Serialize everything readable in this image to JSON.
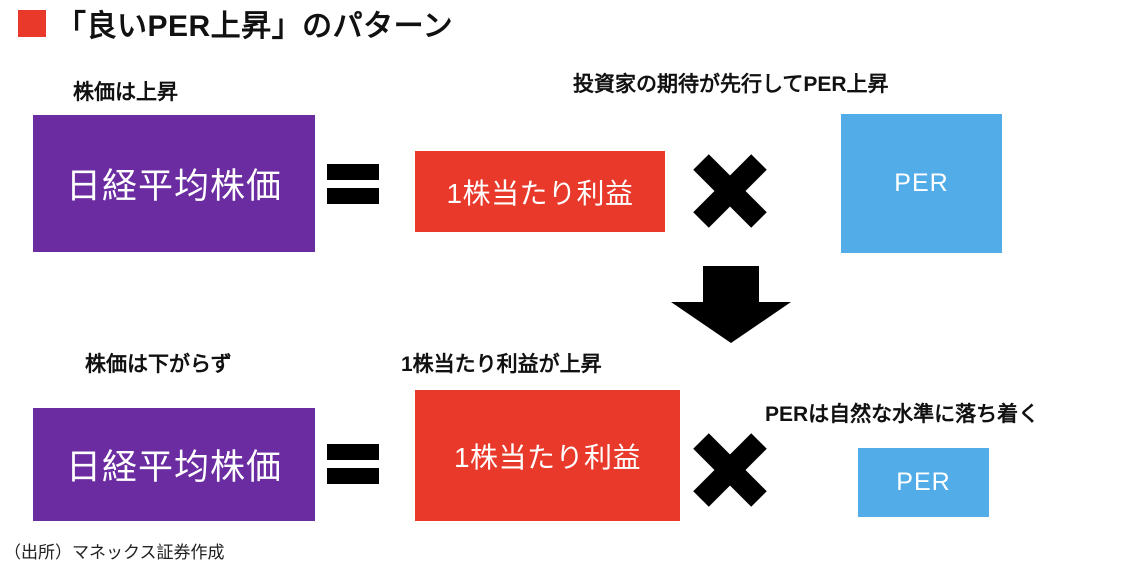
{
  "title": {
    "bullet_color": "#E8392A",
    "text": "「良いPER上昇」のパターン"
  },
  "colors": {
    "purple": "#6A2CA0",
    "red": "#E8392A",
    "blue": "#51ACE8",
    "black": "#000000"
  },
  "rows": [
    {
      "id": "good-per-rise-expectation",
      "captions": {
        "left": "株価は上昇",
        "right": "投資家の期待が先行してPER上昇"
      },
      "equation": {
        "left_box": {
          "label": "日経平均株価",
          "color": "#6A2CA0"
        },
        "operator_1": "equals",
        "middle_box": {
          "label": "1株当たり利益",
          "color": "#E8392A"
        },
        "operator_2": "times",
        "right_box": {
          "label": "PER",
          "color": "#51ACE8"
        }
      }
    },
    {
      "id": "good-per-rise-earnings-catchup",
      "captions": {
        "left": "株価は下がらず",
        "middle": "1株当たり利益が上昇",
        "right": "PERは自然な水準に落ち着く"
      },
      "equation": {
        "left_box": {
          "label": "日経平均株価",
          "color": "#6A2CA0"
        },
        "operator_1": "equals",
        "middle_box": {
          "label": "1株当たり利益",
          "color": "#E8392A"
        },
        "operator_2": "times",
        "right_box": {
          "label": "PER",
          "color": "#51ACE8"
        }
      }
    }
  ],
  "transition": {
    "icon": "down-arrow"
  },
  "source": "（出所）マネックス証券作成"
}
